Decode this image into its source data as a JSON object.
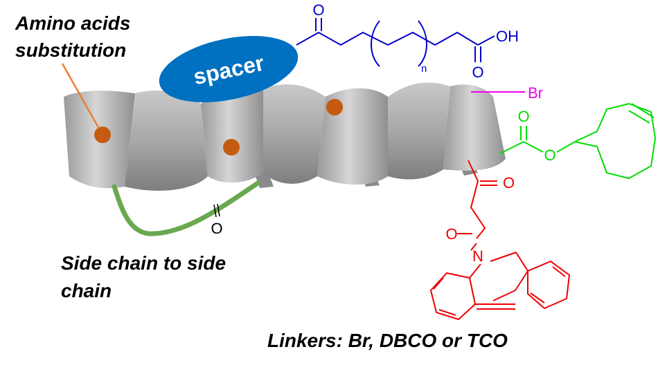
{
  "labels": {
    "amino_line1": "Amino acids",
    "amino_line2": "substitution",
    "sidechain_line1": "Side chain to side",
    "sidechain_line2": "chain",
    "linkers": "Linkers: Br, DBCO or TCO",
    "spacer": "spacer"
  },
  "chem": {
    "fatty_o_top": "O",
    "fatty_oh": "OH",
    "fatty_o_bottom": "O",
    "fatty_n": "n",
    "br": "Br",
    "tco_o_carbonyl": "O",
    "tco_o_ester": "O",
    "dbco_o1": "O",
    "dbco_o2": "O",
    "dbco_n": "N",
    "staple_o": "O"
  },
  "colors": {
    "fatty_acid": "#0000cc",
    "bromide": "#ee00ee",
    "tco": "#00dd00",
    "dbco": "#ee0000",
    "staple": "#6aa84f",
    "amino_dot": "#c55a11",
    "pointer": "#ed7d31",
    "spacer": "#0070c0",
    "helix": "#b4b4b4"
  }
}
